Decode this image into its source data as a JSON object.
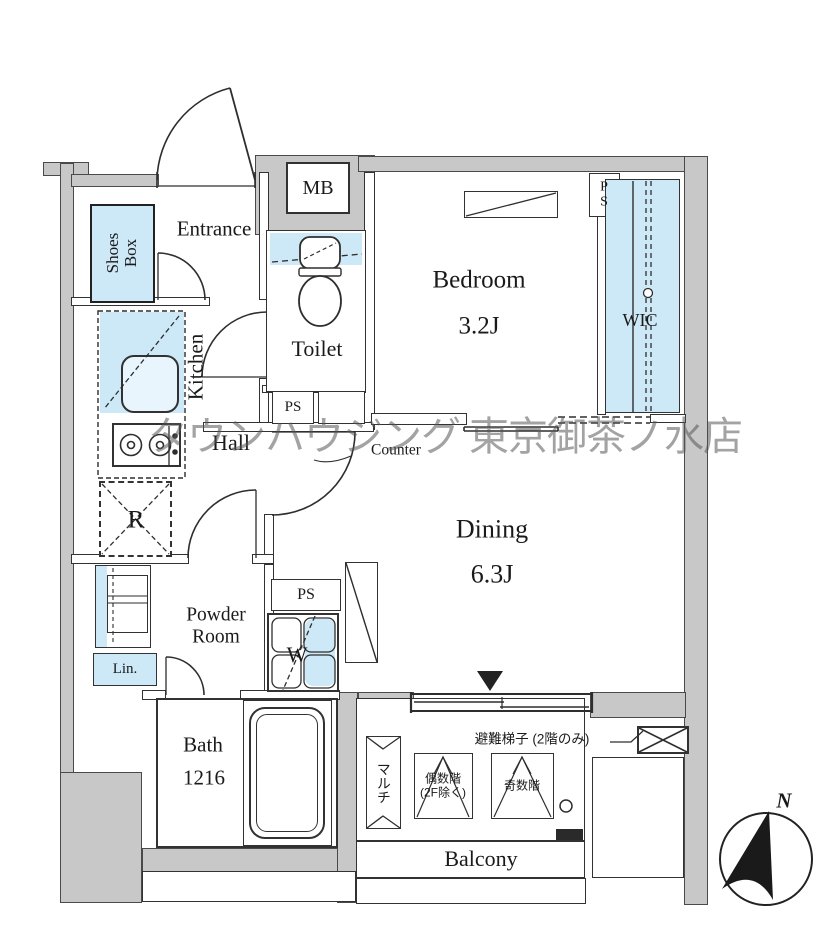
{
  "watermark": "タウンハウジング 東京御茶ノ水店",
  "rooms": {
    "entrance": {
      "label": "Entrance"
    },
    "shoes_box": {
      "line1": "Shoes",
      "line2": "Box"
    },
    "mb": {
      "label": "MB"
    },
    "toilet": {
      "label": "Toilet"
    },
    "bedroom": {
      "label": "Bedroom",
      "size": "3.2J"
    },
    "wic": {
      "label": "WIC"
    },
    "kitchen": {
      "label": "Kitchen"
    },
    "hall": {
      "label": "Hall"
    },
    "refrigerator": {
      "label": "R"
    },
    "counter": {
      "label": "Counter"
    },
    "dining": {
      "label": "Dining",
      "size": "6.3J"
    },
    "powder_room": {
      "line1": "Powder",
      "line2": "Room"
    },
    "linen": {
      "label": "Lin."
    },
    "washer": {
      "label": "W"
    },
    "bath": {
      "label": "Bath",
      "size": "1216"
    },
    "balcony": {
      "label": "Balcony"
    }
  },
  "ducts": {
    "ps_entrance": "PS",
    "ps_bedroom": {
      "line1": "P",
      "line2": "S"
    },
    "ps_dining": "PS"
  },
  "balcony_items": {
    "multi": "マルチ",
    "even_floor": {
      "line1": "偶数階",
      "line2": "(2F除く)"
    },
    "odd_floor": "奇数階",
    "escape_ladder": "避難梯子 (2階のみ)"
  },
  "compass": {
    "north": "N"
  },
  "colors": {
    "wall_fill": "#c8c8c8",
    "fixture_blue": "#cde8f6",
    "line": "#2e2e2e"
  }
}
